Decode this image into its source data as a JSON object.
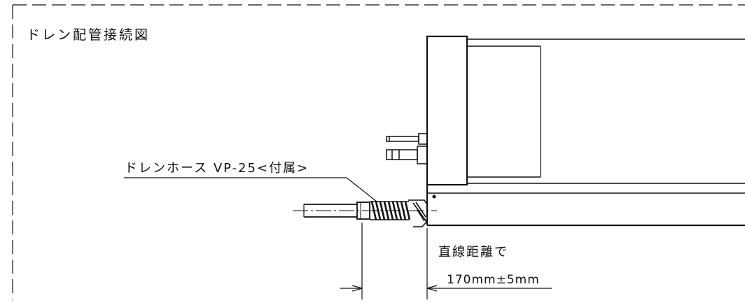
{
  "diagram": {
    "title": "ドレン配管接続図",
    "hose_label": "ドレンホース VP-25<付属>",
    "distance_label_line1": "直線距離で",
    "distance_label_line2": "170mm±5mm"
  }
}
